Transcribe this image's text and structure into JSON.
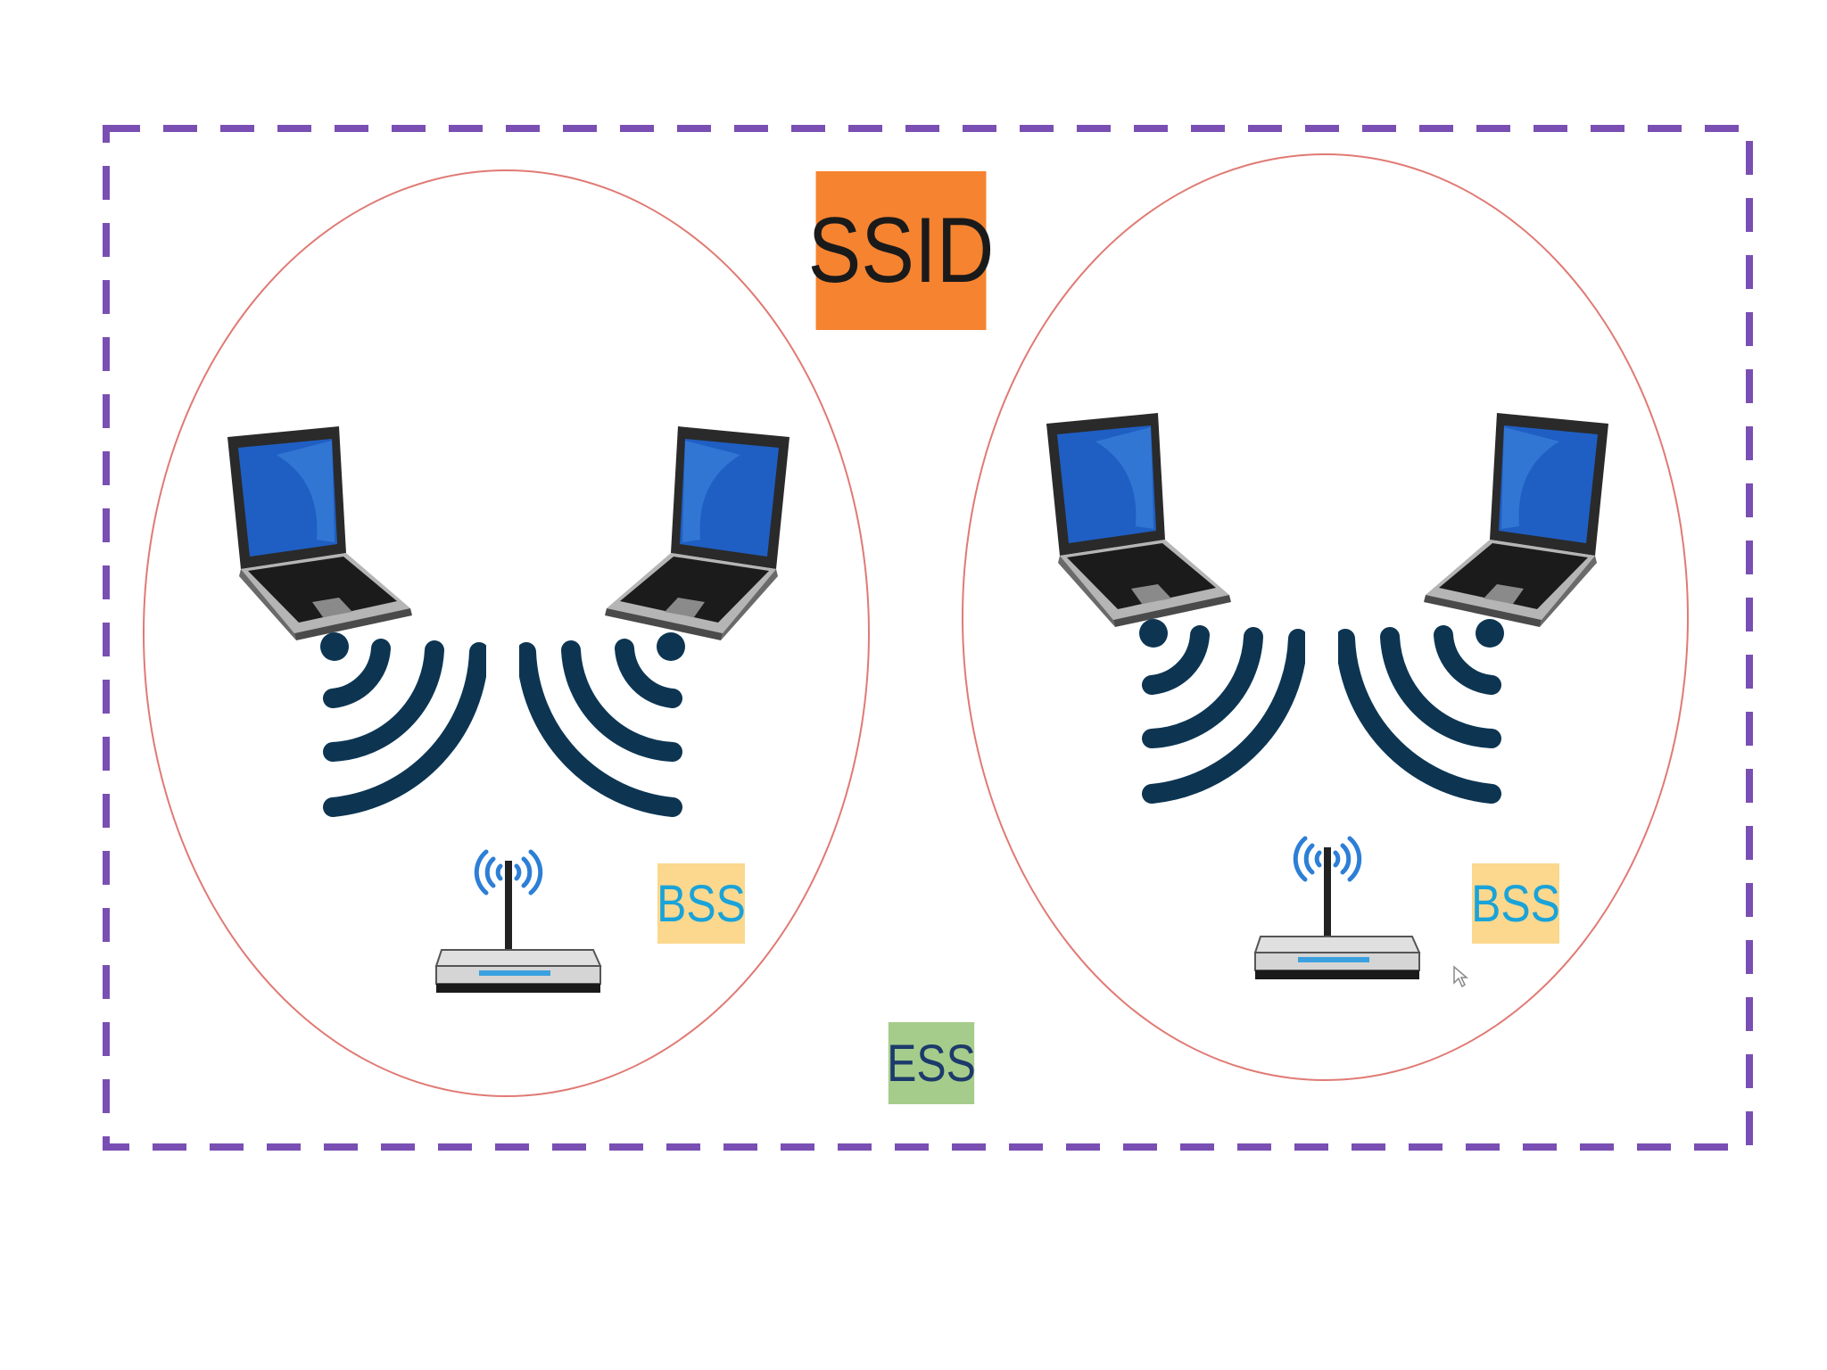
{
  "labels": {
    "ssid": "SSID",
    "bss_left": "BSS",
    "bss_right": "BSS",
    "ess": "ESS"
  },
  "colors": {
    "ess_border": "#7a4fb3",
    "bss_ellipse": "#e07a74",
    "ssid_bg": "#f58330",
    "bss_bg": "#fbd88e",
    "bss_text": "#1aa3d9",
    "ess_bg": "#a6cc8b",
    "ess_text": "#1c3a6b",
    "wave": "#0d3552",
    "laptop_screen": "#1f5fc4",
    "antenna_wave": "#2d7fd6"
  },
  "icons": {
    "laptop": "laptop-icon",
    "wifi_wave": "wifi-signal-icon",
    "router": "wireless-router-icon",
    "cursor": "mouse-cursor-icon"
  }
}
